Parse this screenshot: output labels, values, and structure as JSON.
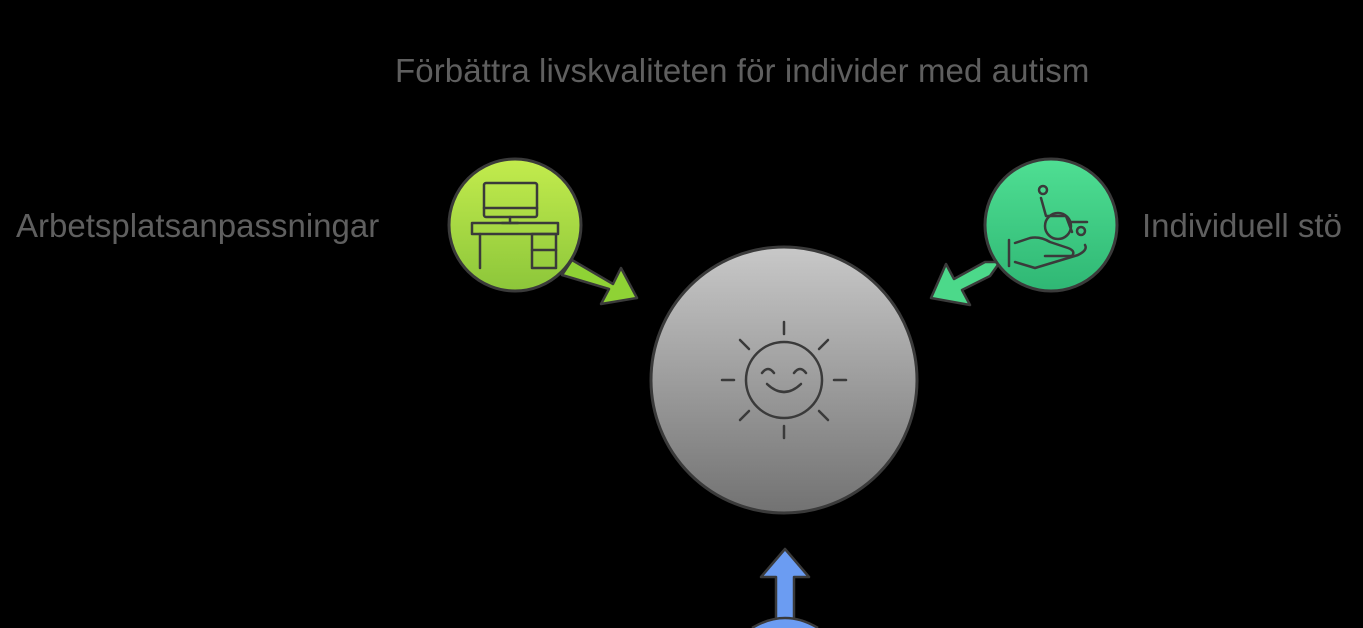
{
  "title": "Förbättra livskvaliteten för individer med autism",
  "nodes": {
    "center": {
      "icon": "smiling-sun-icon",
      "color_top": "#c8c8c8",
      "color_bottom": "#727272"
    },
    "left": {
      "label": "Arbetsplatsanpassningar",
      "icon": "desk-computer-icon",
      "color_top": "#c3ec4d",
      "color_bottom": "#8cc63a",
      "arrow_color": "#8fd235"
    },
    "right": {
      "label": "Individuell stö",
      "icon": "wheelchair-hand-icon",
      "color_top": "#4fdf93",
      "color_bottom": "#2fb774",
      "arrow_color": "#4cd98a"
    },
    "bottom": {
      "arrow_color": "#6b9cf2"
    }
  },
  "outline_color": "#3a3a3a"
}
